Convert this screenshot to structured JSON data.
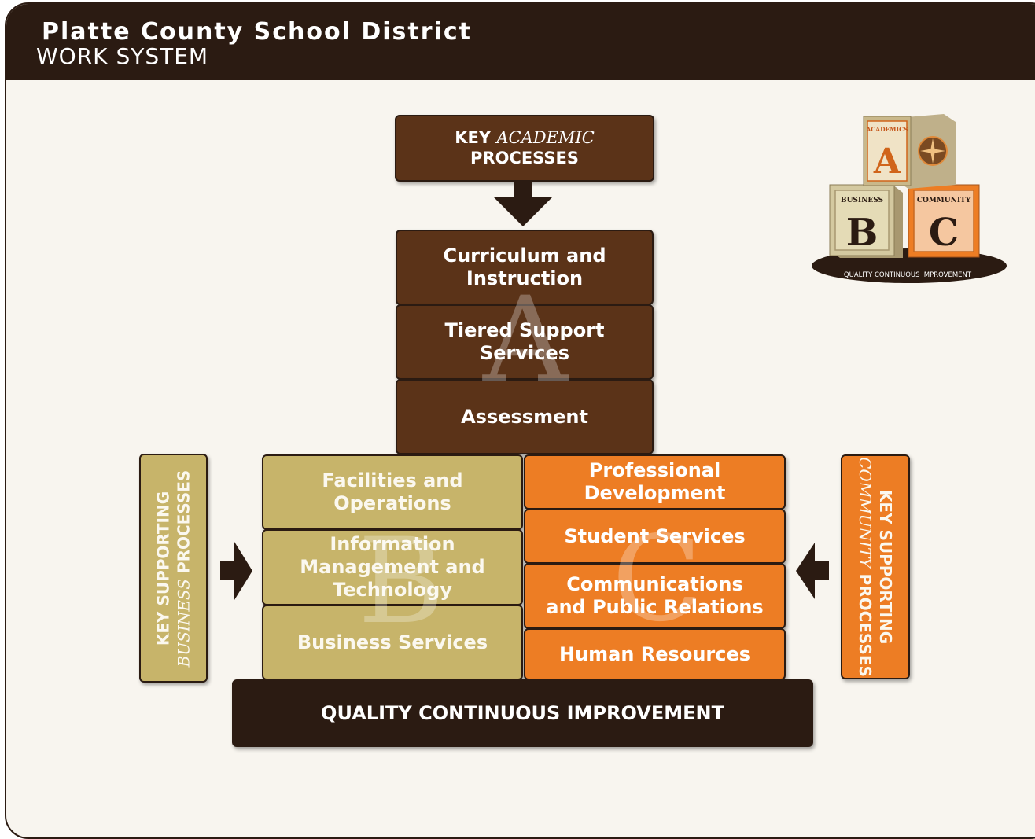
{
  "header": {
    "title": "Platte County School District",
    "subtitle": "WORK SYSTEM"
  },
  "academic": {
    "header_key": "KEY",
    "header_type": "ACADEMIC",
    "header_processes": "PROCESSES",
    "letter": "A",
    "items": [
      "Curriculum and Instruction",
      "Tiered Support Services",
      "Assessment"
    ]
  },
  "business": {
    "side_key": "KEY SUPPORTING",
    "side_type": "BUSINESS",
    "side_processes": "PROCESSES",
    "letter": "B",
    "items": [
      "Facilities and Operations",
      "Information Management and Technology",
      "Business Services"
    ]
  },
  "community": {
    "side_key": "KEY SUPPORTING",
    "side_type": "COMMUNITY",
    "side_processes": "PROCESSES",
    "letter": "C",
    "items": [
      "Professional Development",
      "Student Services",
      "Communications and Public Relations",
      "Human Resources"
    ]
  },
  "base": {
    "label": "QUALITY CONTINUOUS IMPROVEMENT"
  },
  "logo": {
    "block_a_label": "ACADEMICS",
    "block_a_letter": "A",
    "block_b_label": "BUSINESS",
    "block_b_letter": "B",
    "block_c_label": "COMMUNITY",
    "block_c_letter": "C",
    "base_label": "QUALITY CONTINUOUS IMPROVEMENT"
  },
  "colors": {
    "academic": "#5b3318",
    "business": "#c7b46a",
    "community": "#ed7d24",
    "dark": "#2b1b12",
    "background": "#f8f5ef"
  }
}
